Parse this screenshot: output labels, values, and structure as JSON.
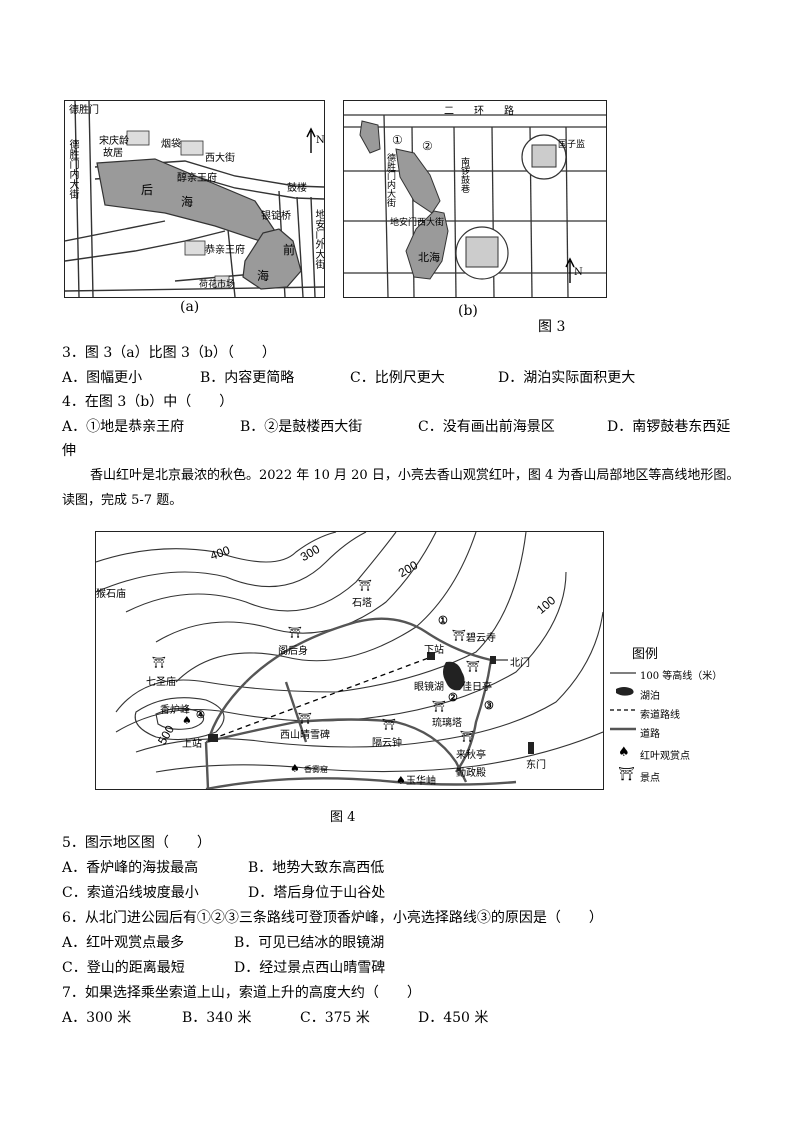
{
  "figure3": {
    "panel_a": {
      "caption": "(a)",
      "labels": {
        "deshengmen": "德胜门",
        "songqingling": "宋庆龄",
        "guju": "故居",
        "yandai": "烟袋",
        "xidajie": "西大街",
        "gulou_top": "鼓楼",
        "chunwangfu": "醇亲王府",
        "deshengmennei": "德胜门内大街",
        "hou": "后",
        "hai": "海",
        "yindingqiao": "银锭桥",
        "gongwangfu": "恭亲王府",
        "qian": "前",
        "hai2": "海",
        "dianmenwai": "地安门外大街",
        "hehuashichang": "荷花市场"
      }
    },
    "panel_b": {
      "caption": "(b)",
      "labels": {
        "huanlu": "二环路",
        "deshengneidajie": "德胜门内大街",
        "circle1": "①",
        "circle2": "②",
        "nanluoguxiang": "南锣鼓巷",
        "guozijian": "国子监",
        "dianmenxidajie": "地安门西大街",
        "beihai": "北海",
        "north": "N"
      }
    },
    "fig_label": "图 3"
  },
  "questions_a": [
    {
      "stem": "3．图 3（a）比图 3（b）（　　）",
      "options": [
        "A．图幅更小",
        "B．内容更简略",
        "C．比例尺更大",
        "D．湖泊实际面积更大"
      ]
    },
    {
      "stem": "4．在图 3（b）中（　　）",
      "options": [
        "A．①地是恭亲王府",
        "B．②是鼓楼西大街",
        "C．没有画出前海景区",
        "D．南锣鼓巷东西延"
      ],
      "option_wrap": "伸"
    }
  ],
  "intro": "香山红叶是北京最浓的秋色。2022 年 10 月 20 日，小亮去香山观赏红叶，图 4 为香山局部地区等高线地形图。读图，完成 5-7 题。",
  "figure4": {
    "fig_label": "图 4",
    "contours": [
      "400",
      "300",
      "200",
      "100",
      "500"
    ],
    "places": {
      "houshimiao": "猴石庙",
      "shita": "石塔",
      "biyunsi": "碧云寺",
      "xiazhan": "下站",
      "beimen": "北门",
      "guihoushen": "阁后身",
      "qishengmiao": "七圣庙",
      "yanjinghu": "眼镜湖",
      "jiaritng": "佳日亭",
      "xianglufeng": "香炉峰",
      "liulita": "琉璃塔",
      "shangzhan": "上站",
      "xishanqingxuebei": "西山晴雪碑",
      "geyunzhong": "隔云钟",
      "laiqiuting": "来秋亭",
      "qinzhengdian": "勤政殿",
      "dongmen": "东门",
      "xiangwuting": "香雾窟",
      "yuhualing": "玉华岫",
      "c1": "①",
      "c2": "②",
      "c3": "③",
      "c4": "④"
    },
    "legend": {
      "title": "图例",
      "items": [
        "100 等高线（米）",
        "湖泊",
        "索道路线",
        "道路",
        "红叶观赏点",
        "景点"
      ]
    }
  },
  "questions_b": [
    {
      "stem": "5．图示地区图（　　）",
      "options": [
        "A．香炉峰的海拔最高",
        "B．地势大致东高西低",
        "C．索道沿线坡度最小",
        "D．塔后身位于山谷处"
      ]
    },
    {
      "stem": "6．从北门进公园后有①②③三条路线可登顶香炉峰，小亮选择路线③的原因是（　　）",
      "options": [
        "A．红叶观赏点最多",
        "B．可见已结冰的眼镜湖",
        "C．登山的距离最短",
        "D．经过景点西山晴雪碑"
      ]
    },
    {
      "stem": "7．如果选择乘坐索道上山，索道上升的高度大约（　　）",
      "options": [
        "A．300 米",
        "B．340 米",
        "C．375 米",
        "D．450 米"
      ]
    }
  ]
}
